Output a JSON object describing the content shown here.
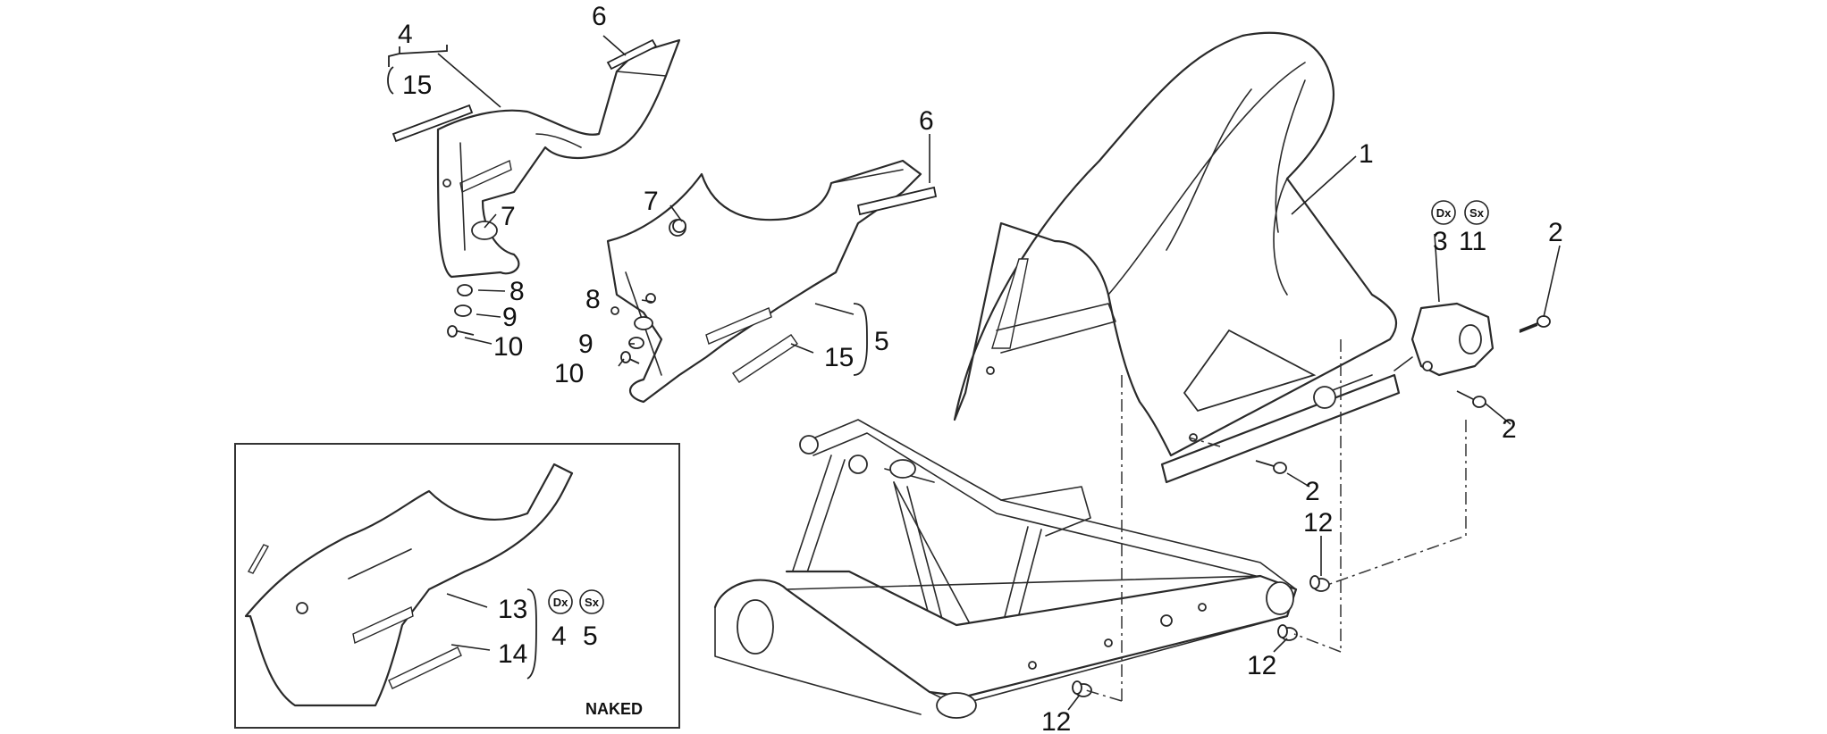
{
  "diagram": {
    "callouts": {
      "c_1": "1",
      "c_2a": "2",
      "c_2b": "2",
      "c_2c": "2",
      "c_3": "3",
      "c_11": "11",
      "c_12a": "12",
      "c_12b": "12",
      "c_12c": "12",
      "c_4_top": "4",
      "c_15_top": "15",
      "c_6_top": "6",
      "c_7_top": "7",
      "c_8_top": "8",
      "c_9_top": "9",
      "c_10_top": "10",
      "c_6_mid": "6",
      "c_7_mid": "7",
      "c_8_mid": "8",
      "c_9_mid": "9",
      "c_10_mid": "10",
      "c_15_mid": "15",
      "c_5_mid": "5",
      "c_13": "13",
      "c_14": "14",
      "c_4_inset": "4",
      "c_5_inset": "5"
    },
    "badges": {
      "dx": "Dx",
      "sx": "Sx"
    },
    "inset_label": "NAKED"
  }
}
